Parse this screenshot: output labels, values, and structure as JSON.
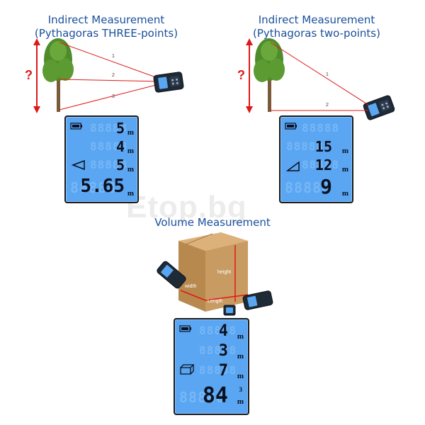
{
  "watermark": "Etop.bg",
  "panels": {
    "three_point": {
      "title_line1": "Indirect Measurement",
      "title_line2": "(Pythagoras THREE-points)",
      "question_mark": "?",
      "line_labels": [
        "1",
        "2",
        "3"
      ],
      "display": {
        "rows": [
          {
            "value": "5",
            "unit": "m"
          },
          {
            "value": "4",
            "unit": "m"
          },
          {
            "value": "5",
            "unit": "m"
          },
          {
            "value": "5.65",
            "unit": "m"
          }
        ],
        "mode_icon": "triangle-left-icon",
        "ghost_digits": "88888"
      }
    },
    "two_point": {
      "title_line1": "Indirect Measurement",
      "title_line2": "(Pythagoras two-points)",
      "question_mark": "?",
      "line_labels": [
        "1",
        "2"
      ],
      "display": {
        "rows": [
          {
            "value": "15",
            "unit": "m"
          },
          {
            "value": "12",
            "unit": "m"
          },
          {
            "value": "9",
            "unit": "m"
          }
        ],
        "mode_icon": "right-triangle-icon",
        "ghost_digits": "88888"
      }
    },
    "volume": {
      "title": "Volume Measurement",
      "box_labels": {
        "height": "height",
        "width": "width",
        "length": "Length"
      },
      "display": {
        "rows": [
          {
            "value": "4",
            "unit": "m"
          },
          {
            "value": "3",
            "unit": "m"
          },
          {
            "value": "7",
            "unit": "m"
          },
          {
            "value": "84",
            "unit": "m",
            "unit_power": "3"
          }
        ],
        "mode_icon": "cuboid-icon",
        "ghost_digits": "88888"
      }
    }
  },
  "colors": {
    "lcd_bg": "#5aa6f2",
    "laser_line": "#e01818",
    "title": "#1a4f9c",
    "box": "#c89b63"
  }
}
